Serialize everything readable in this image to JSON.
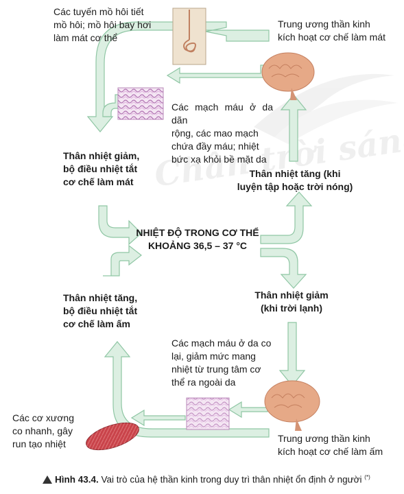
{
  "diagram": {
    "center_label": [
      "NHIỆT ĐỘ TRONG CƠ THỂ",
      "KHOẢNG 36,5 – 37 °C"
    ],
    "sweat_glands": [
      "Các tuyến mồ hôi tiết",
      "mồ hôi; mồ hôi bay hơi",
      "làm mát cơ thể"
    ],
    "brain_cooling": [
      "Trung ương thần kinh",
      "kích hoạt cơ chế làm mát"
    ],
    "vessels_dilate": [
      "Các mạch máu ở da dãn",
      "rộng, các mao mạch",
      "chứa đầy máu; nhiệt",
      "bức xạ khỏi bề mặt da"
    ],
    "temp_drop_cooling_off": [
      "Thân nhiệt giảm,",
      "bộ điều nhiệt tắt",
      "cơ chế làm mát"
    ],
    "temp_rise": [
      "Thân nhiệt tăng (khi",
      "luyện tập hoặc trời nóng)"
    ],
    "temp_rise_warming_off": [
      "Thân nhiệt tăng,",
      "bộ điều nhiệt tắt",
      "cơ chế làm ấm"
    ],
    "temp_drop": [
      "Thân nhiệt giảm",
      "(khi trời lạnh)"
    ],
    "vessels_constrict": [
      "Các mạch máu ở da co",
      "lại, giảm mức mang",
      "nhiệt từ trung tâm cơ",
      "thể ra ngoài da"
    ],
    "muscles": [
      "Các cơ xương",
      "co nhanh, gây",
      "run tạo nhiệt"
    ],
    "brain_warming": [
      "Trung ương thần kinh",
      "kích hoạt cơ chế làm ấm"
    ],
    "watermark": "Chân trời sáng tạo"
  },
  "caption": {
    "label": "Hình 43.4.",
    "text": "Vai trò của hệ thần kinh trong duy trì thân nhiệt ổn định ở người",
    "note": "(*)"
  },
  "colors": {
    "arrow_fill": "#dcefe2",
    "arrow_stroke": "#8fc6a4",
    "brain": "#e6a987",
    "vessels": "#c79ac6",
    "muscle": "#c9434a"
  }
}
